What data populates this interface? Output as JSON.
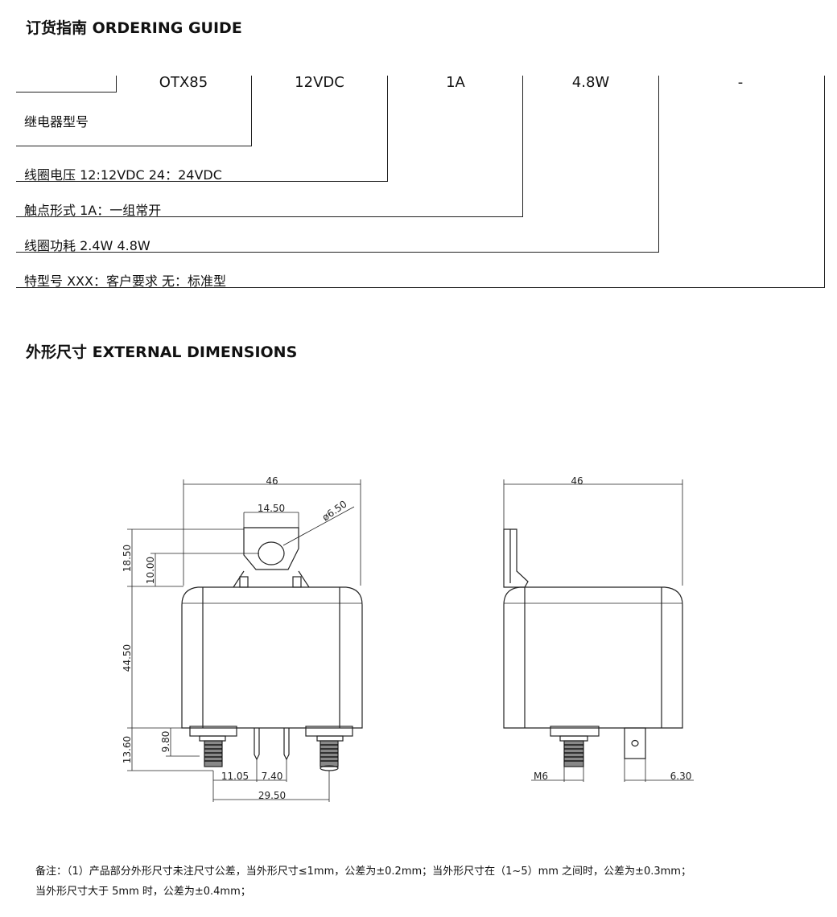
{
  "ordering_guide": {
    "title": "订货指南 ORDERING  GUIDE",
    "codes": [
      "OTX85",
      "12VDC",
      "1A",
      "4.8W",
      "-"
    ],
    "rows": [
      "继电器型号",
      "线圈电压  12:12VDC  24：24VDC",
      "触点形式   1A：一组常开",
      "线圈功耗   2.4W    4.8W",
      "特型号    XXX：客户要求    无：标准型"
    ]
  },
  "external_dimensions": {
    "title": "外形尺寸  EXTERNAL DIMENSIONS",
    "front": {
      "width_46": "46",
      "tab_14_50": "14.50",
      "hole_dia": "ø6.50",
      "h_18_50": "18.50",
      "h_10_00": "10.00",
      "h_44_50": "44.50",
      "h_13_60": "13.60",
      "h_9_80": "9.80",
      "w_11_05": "11.05",
      "w_7_40": "7.40",
      "w_29_50": "29.50"
    },
    "side": {
      "width_46": "46",
      "m6": "M6",
      "w_6_30": "6.30"
    }
  },
  "notes": {
    "line1": "备注：（1）产品部分外形尺寸未注尺寸公差，当外形尺寸≤1mm，公差为±0.2mm；当外形尺寸在（1~5）mm 之间时，公差为±0.3mm；",
    "line2": "当外形尺寸大于 5mm 时，公差为±0.4mm；"
  }
}
